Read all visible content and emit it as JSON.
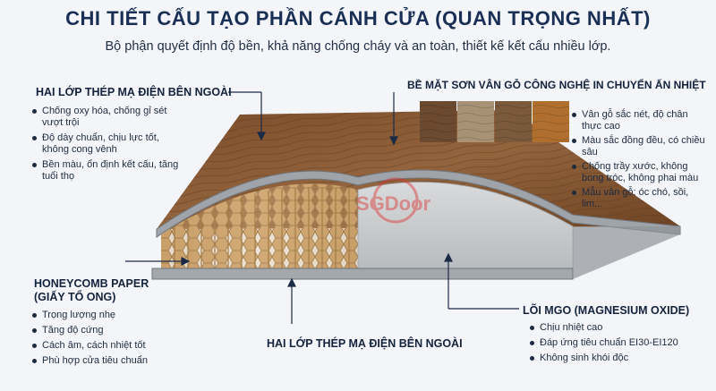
{
  "header": {
    "title": "CHI TIẾT CẤU TẠO PHẦN CÁNH CỬA (QUAN TRỌNG NHẤT)",
    "subtitle": "Bộ phận quyết định độ bền, khả năng chống cháy và an toàn, thiết kế kết cấu nhiều lớp."
  },
  "steel_top": {
    "heading": "HAI LỚP THÉP MẠ ĐIỆN BÊN NGOÀI",
    "items": [
      "Chống oxy hóa, chống gỉ sét vượt trội",
      "Độ dày chuẩn, chịu lực tốt, không cong vênh",
      "Bền màu, ổn định kết cấu, tăng tuổi thọ"
    ]
  },
  "surface": {
    "heading": "BỀ MẶT SƠN VÂN GỖ CÔNG NGHỆ IN CHUYỂN ẤN NHIỆT",
    "items": [
      "Vân gỗ sắc nét, độ chân thực cao",
      "Màu sắc đồng đều, có chiều sâu",
      "Chống trầy xước, không bong tróc, không phai màu",
      "Mẫu vân gỗ: óc chó, sồi, lim..."
    ],
    "swatch_colors": [
      "#6b4a30",
      "#a89276",
      "#7a5a3a",
      "#b06f2e"
    ]
  },
  "honeycomb": {
    "heading_line1": "HONEYCOMB PAPER",
    "heading_line2": "(GIẤY TỔ ONG)",
    "items": [
      "Trọng lượng nhẹ",
      "Tăng độ cứng",
      "Cách âm, cách nhiệt tốt",
      "Phù hợp cửa tiêu chuẩn"
    ]
  },
  "mgo": {
    "heading": "LÕI MGO (MAGNESIUM OXIDE)",
    "items": [
      "Chịu nhiệt cao",
      "Đáp ứng tiêu chuẩn EI30-EI120",
      "Không sinh khói độc"
    ]
  },
  "steel_bottom": {
    "heading": "HAI LỚP THÉP MẠ ĐIỆN BÊN NGOÀI"
  },
  "watermark": {
    "text": "SGDoor"
  },
  "colors": {
    "wood": "#8a5a33",
    "steel": "#9aa0a6",
    "paper": "#d7b27e",
    "mgo": "#c9cccd",
    "text": "#1b2a44"
  }
}
